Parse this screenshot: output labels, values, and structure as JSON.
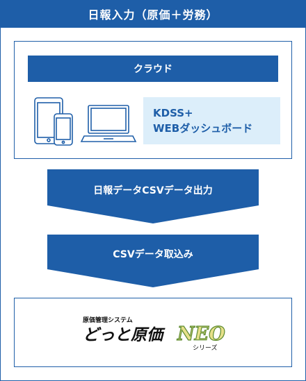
{
  "header": {
    "title": "日報入力（原価＋労務）"
  },
  "cloud": {
    "bar_label": "クラウド",
    "service_lines": [
      "KDSS+",
      "WEBダッシュボード"
    ],
    "device_icons": [
      "tablet-icon",
      "smartphone-icon",
      "laptop-icon"
    ]
  },
  "flow": {
    "step1_label": "日報データCSVデータ出力",
    "step2_label": "CSVデータ取込み"
  },
  "product": {
    "logo_small": "原価管理システム",
    "logo_main": "どっと原価",
    "logo_neo": "NEO",
    "logo_series": "シリーズ"
  },
  "colors": {
    "primary": "#1e5ea8",
    "light": "#dceefa"
  }
}
